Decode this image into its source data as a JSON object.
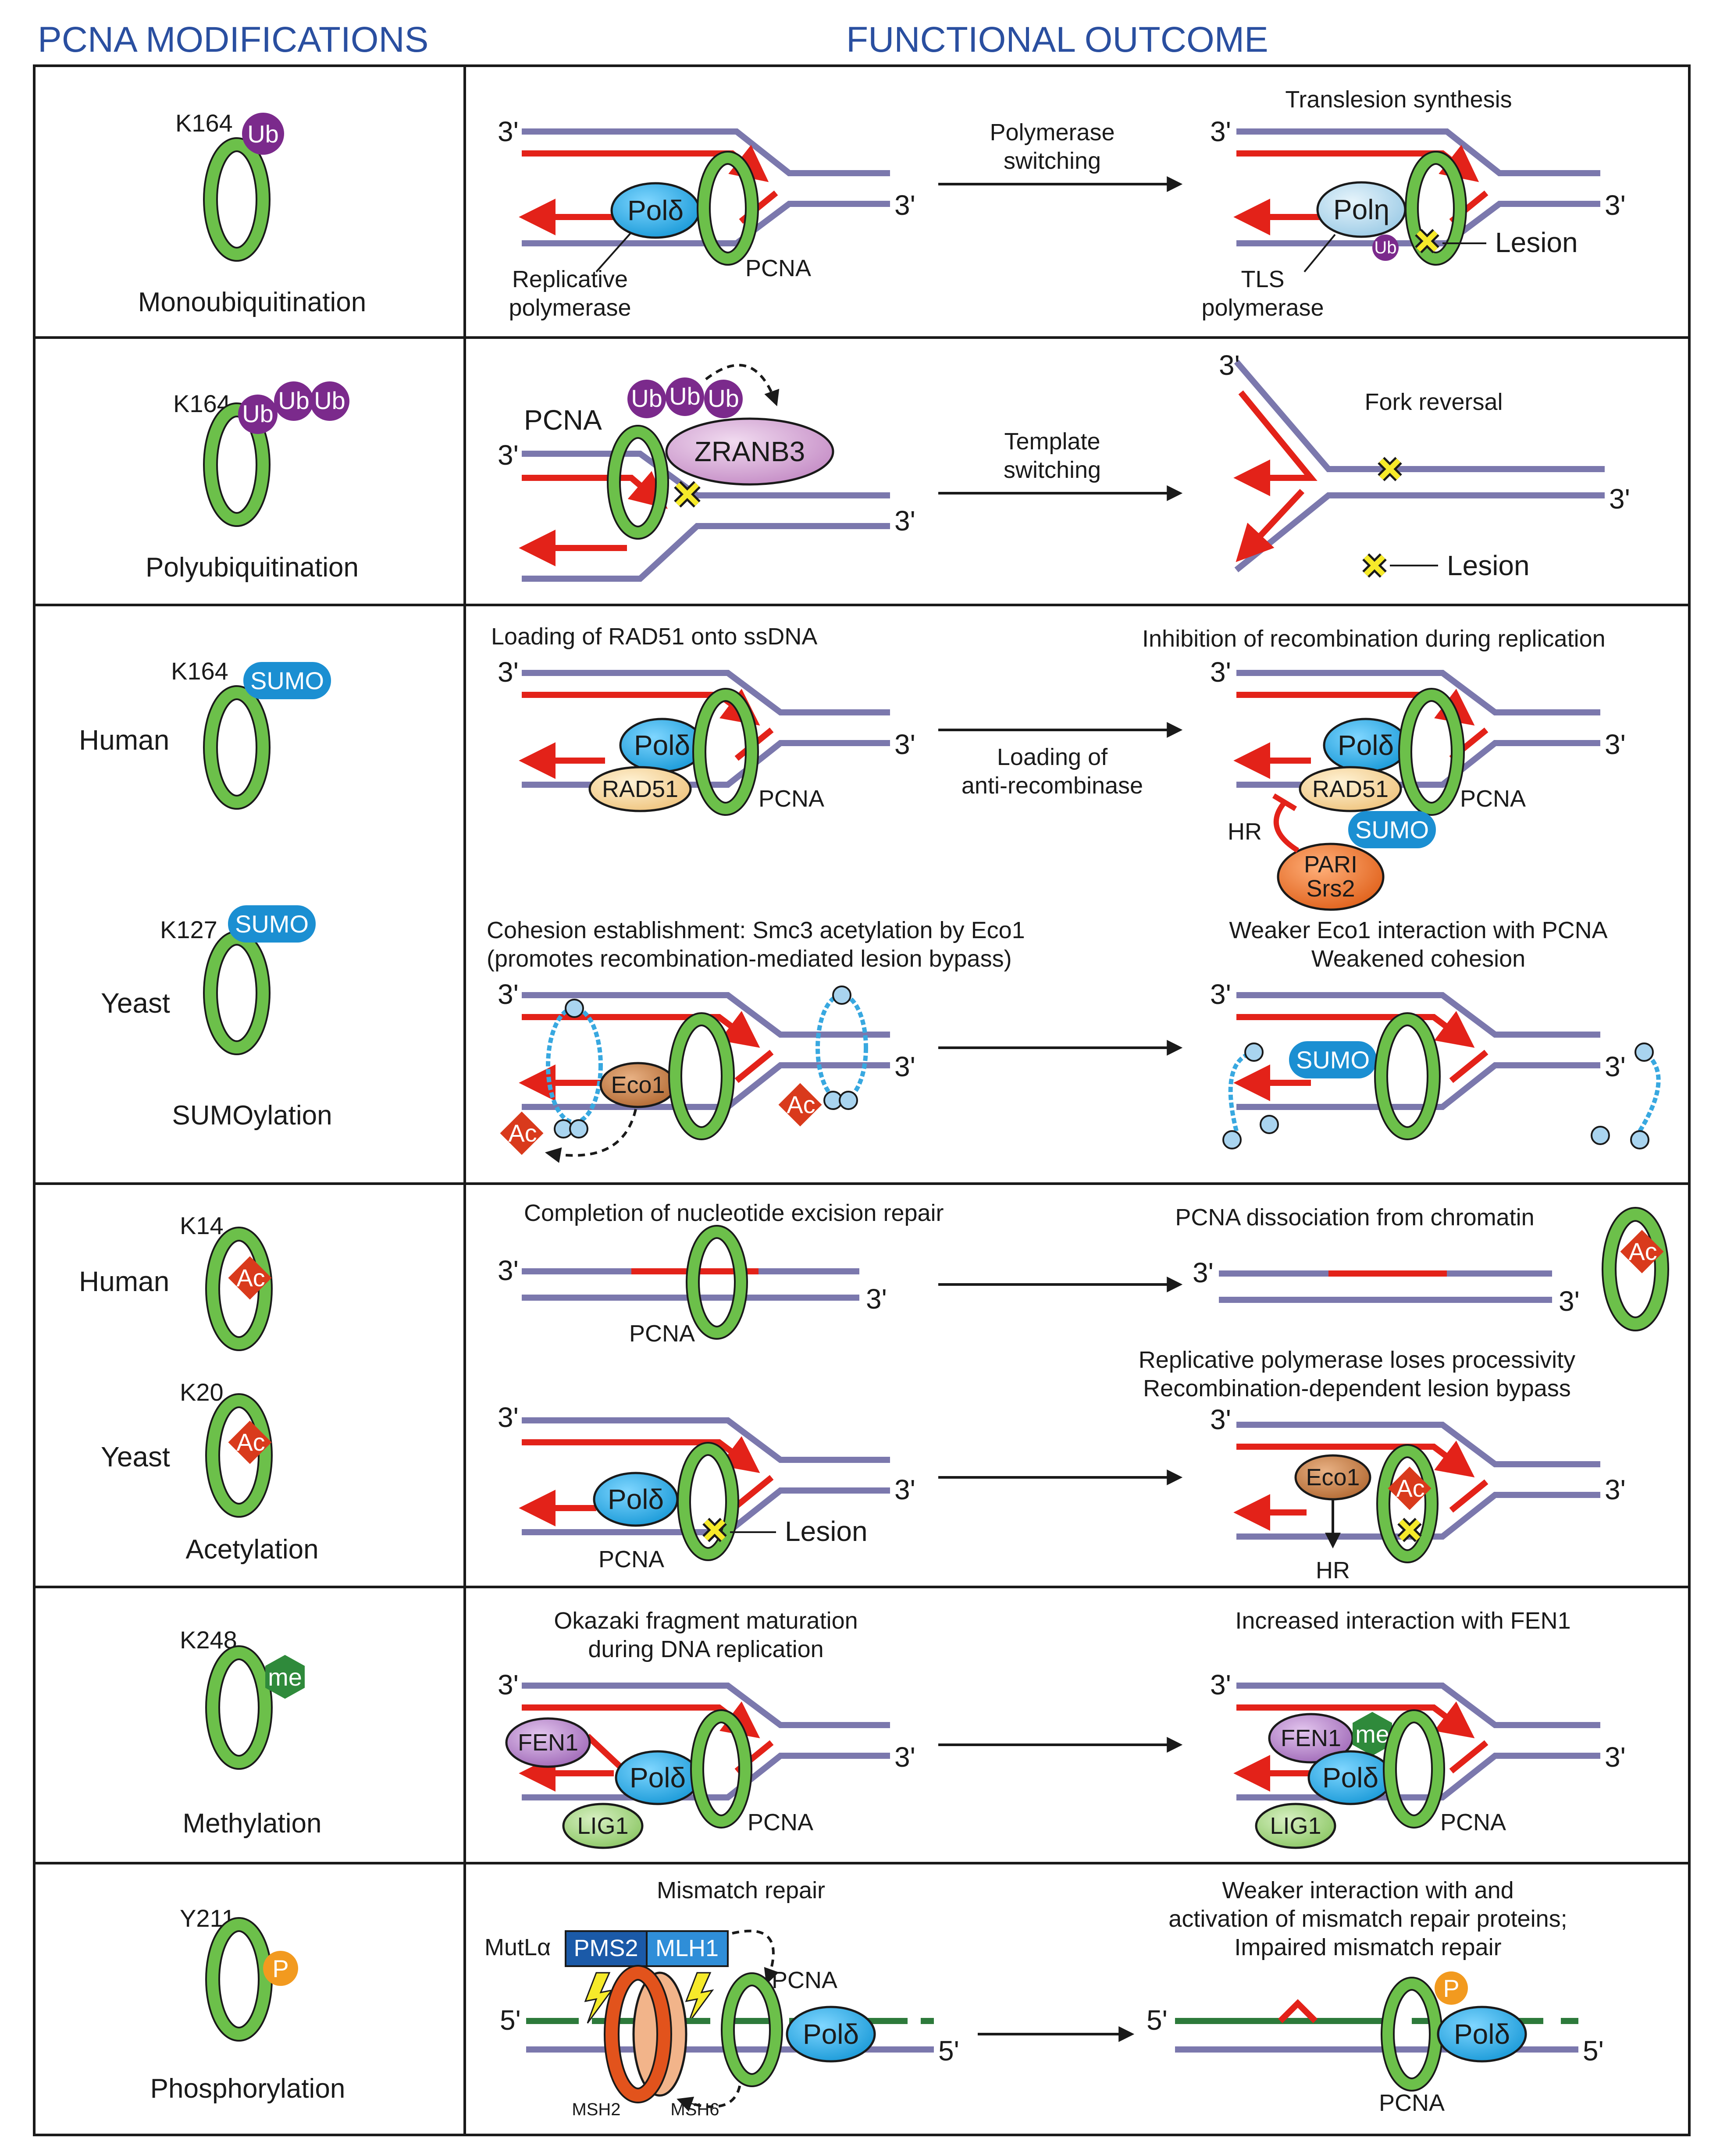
{
  "headers": {
    "modifications": "PCNA MODIFICATIONS",
    "outcome": "FUNCTIONAL OUTCOME"
  },
  "common": {
    "three_prime": "3'",
    "five_prime": "5'",
    "pcna": "PCNA",
    "ub": "Ub",
    "sumo": "SUMO",
    "ac": "Ac",
    "me": "me",
    "p": "P",
    "pol_delta": "Polδ",
    "lesion": "Lesion",
    "hr": "HR",
    "human": "Human",
    "yeast": "Yeast"
  },
  "rows": {
    "mono": {
      "residue": "K164",
      "modification": "Monoubiquitination",
      "arrow_label_1": "Polymerase",
      "arrow_label_2": "switching",
      "outcome_title": "Translesion synthesis",
      "replicative_1": "Replicative",
      "replicative_2": "polymerase",
      "pol_eta": "Polη",
      "tls_1": "TLS",
      "tls_2": "polymerase"
    },
    "poly": {
      "residue": "K164",
      "modification": "Polyubiquitination",
      "zranb3": "ZRANB3",
      "arrow_label_1": "Template",
      "arrow_label_2": "switching",
      "outcome_title": "Fork reversal"
    },
    "sumo": {
      "residue_human": "K164",
      "residue_yeast": "K127",
      "modification": "SUMOylation",
      "human_left_title": "Loading of RAD51 onto ssDNA",
      "human_right_title": "Inhibition of recombination during replication",
      "rad51": "RAD51",
      "arrow_label_1": "Loading of",
      "arrow_label_2": "anti-recombinase",
      "pari": "PARI",
      "srs2": "Srs2",
      "yeast_left_title_1": "Cohesion establishment: Smc3 acetylation by Eco1",
      "yeast_left_title_2": "(promotes recombination-mediated lesion bypass)",
      "yeast_right_title_1": "Weaker Eco1 interaction with PCNA",
      "yeast_right_title_2": "Weakened cohesion",
      "eco1": "Eco1"
    },
    "acet": {
      "residue_human": "K14",
      "residue_yeast": "K20",
      "modification": "Acetylation",
      "human_left_title": "Completion of nucleotide excision repair",
      "human_right_title": "PCNA dissociation from chromatin",
      "yeast_right_title_1": "Replicative polymerase loses processivity",
      "yeast_right_title_2": "Recombination-dependent lesion bypass",
      "eco1": "Eco1"
    },
    "meth": {
      "residue": "K248",
      "modification": "Methylation",
      "left_title_1": "Okazaki fragment maturation",
      "left_title_2": "during DNA replication",
      "right_title": "Increased interaction with FEN1",
      "fen1": "FEN1",
      "lig1": "LIG1"
    },
    "phos": {
      "residue": "Y211",
      "modification": "Phosphorylation",
      "left_title": "Mismatch repair",
      "right_title_1": "Weaker interaction with and",
      "right_title_2": "activation of mismatch repair proteins;",
      "right_title_3": "Impaired mismatch repair",
      "mutl": "MutLα",
      "pms2": "PMS2",
      "mlh1": "MLH1",
      "msh2": "MSH2",
      "msh6": "MSH6"
    }
  },
  "colors": {
    "dna": "#7b78ad",
    "red_strand": "#e32219",
    "pcna_green": "#6cc04a",
    "ub_purple": "#7b2a8c",
    "sumo_blue": "#1b8fd2",
    "ac_red": "#d93a1c",
    "me_green": "#2f8a3b",
    "p_orange": "#f29a1f",
    "header_blue": "#2a4fa0",
    "lesion_yellow": "#f6ea2a"
  }
}
